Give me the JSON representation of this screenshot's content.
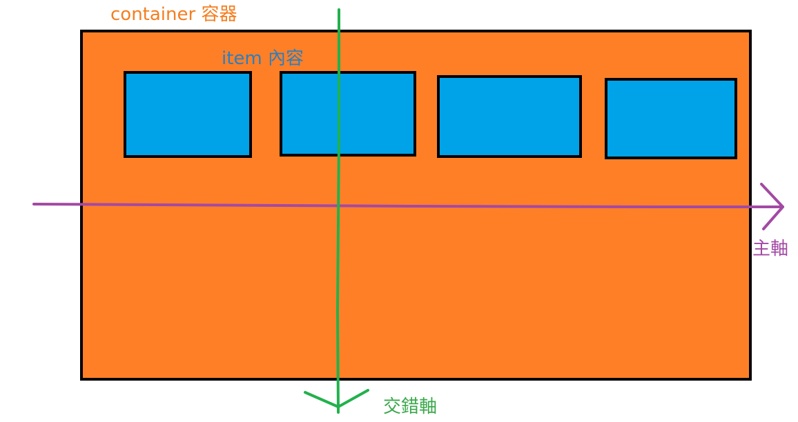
{
  "labels": {
    "container": "container 容器",
    "item": "item 內容",
    "main_axis": "主軸",
    "cross_axis": "交錯軸"
  },
  "colors": {
    "container_fill": "#ff7f27",
    "item_fill": "#00a2e8",
    "main_axis": "#a349a4",
    "cross_axis": "#22b14c"
  },
  "items_count": 4
}
